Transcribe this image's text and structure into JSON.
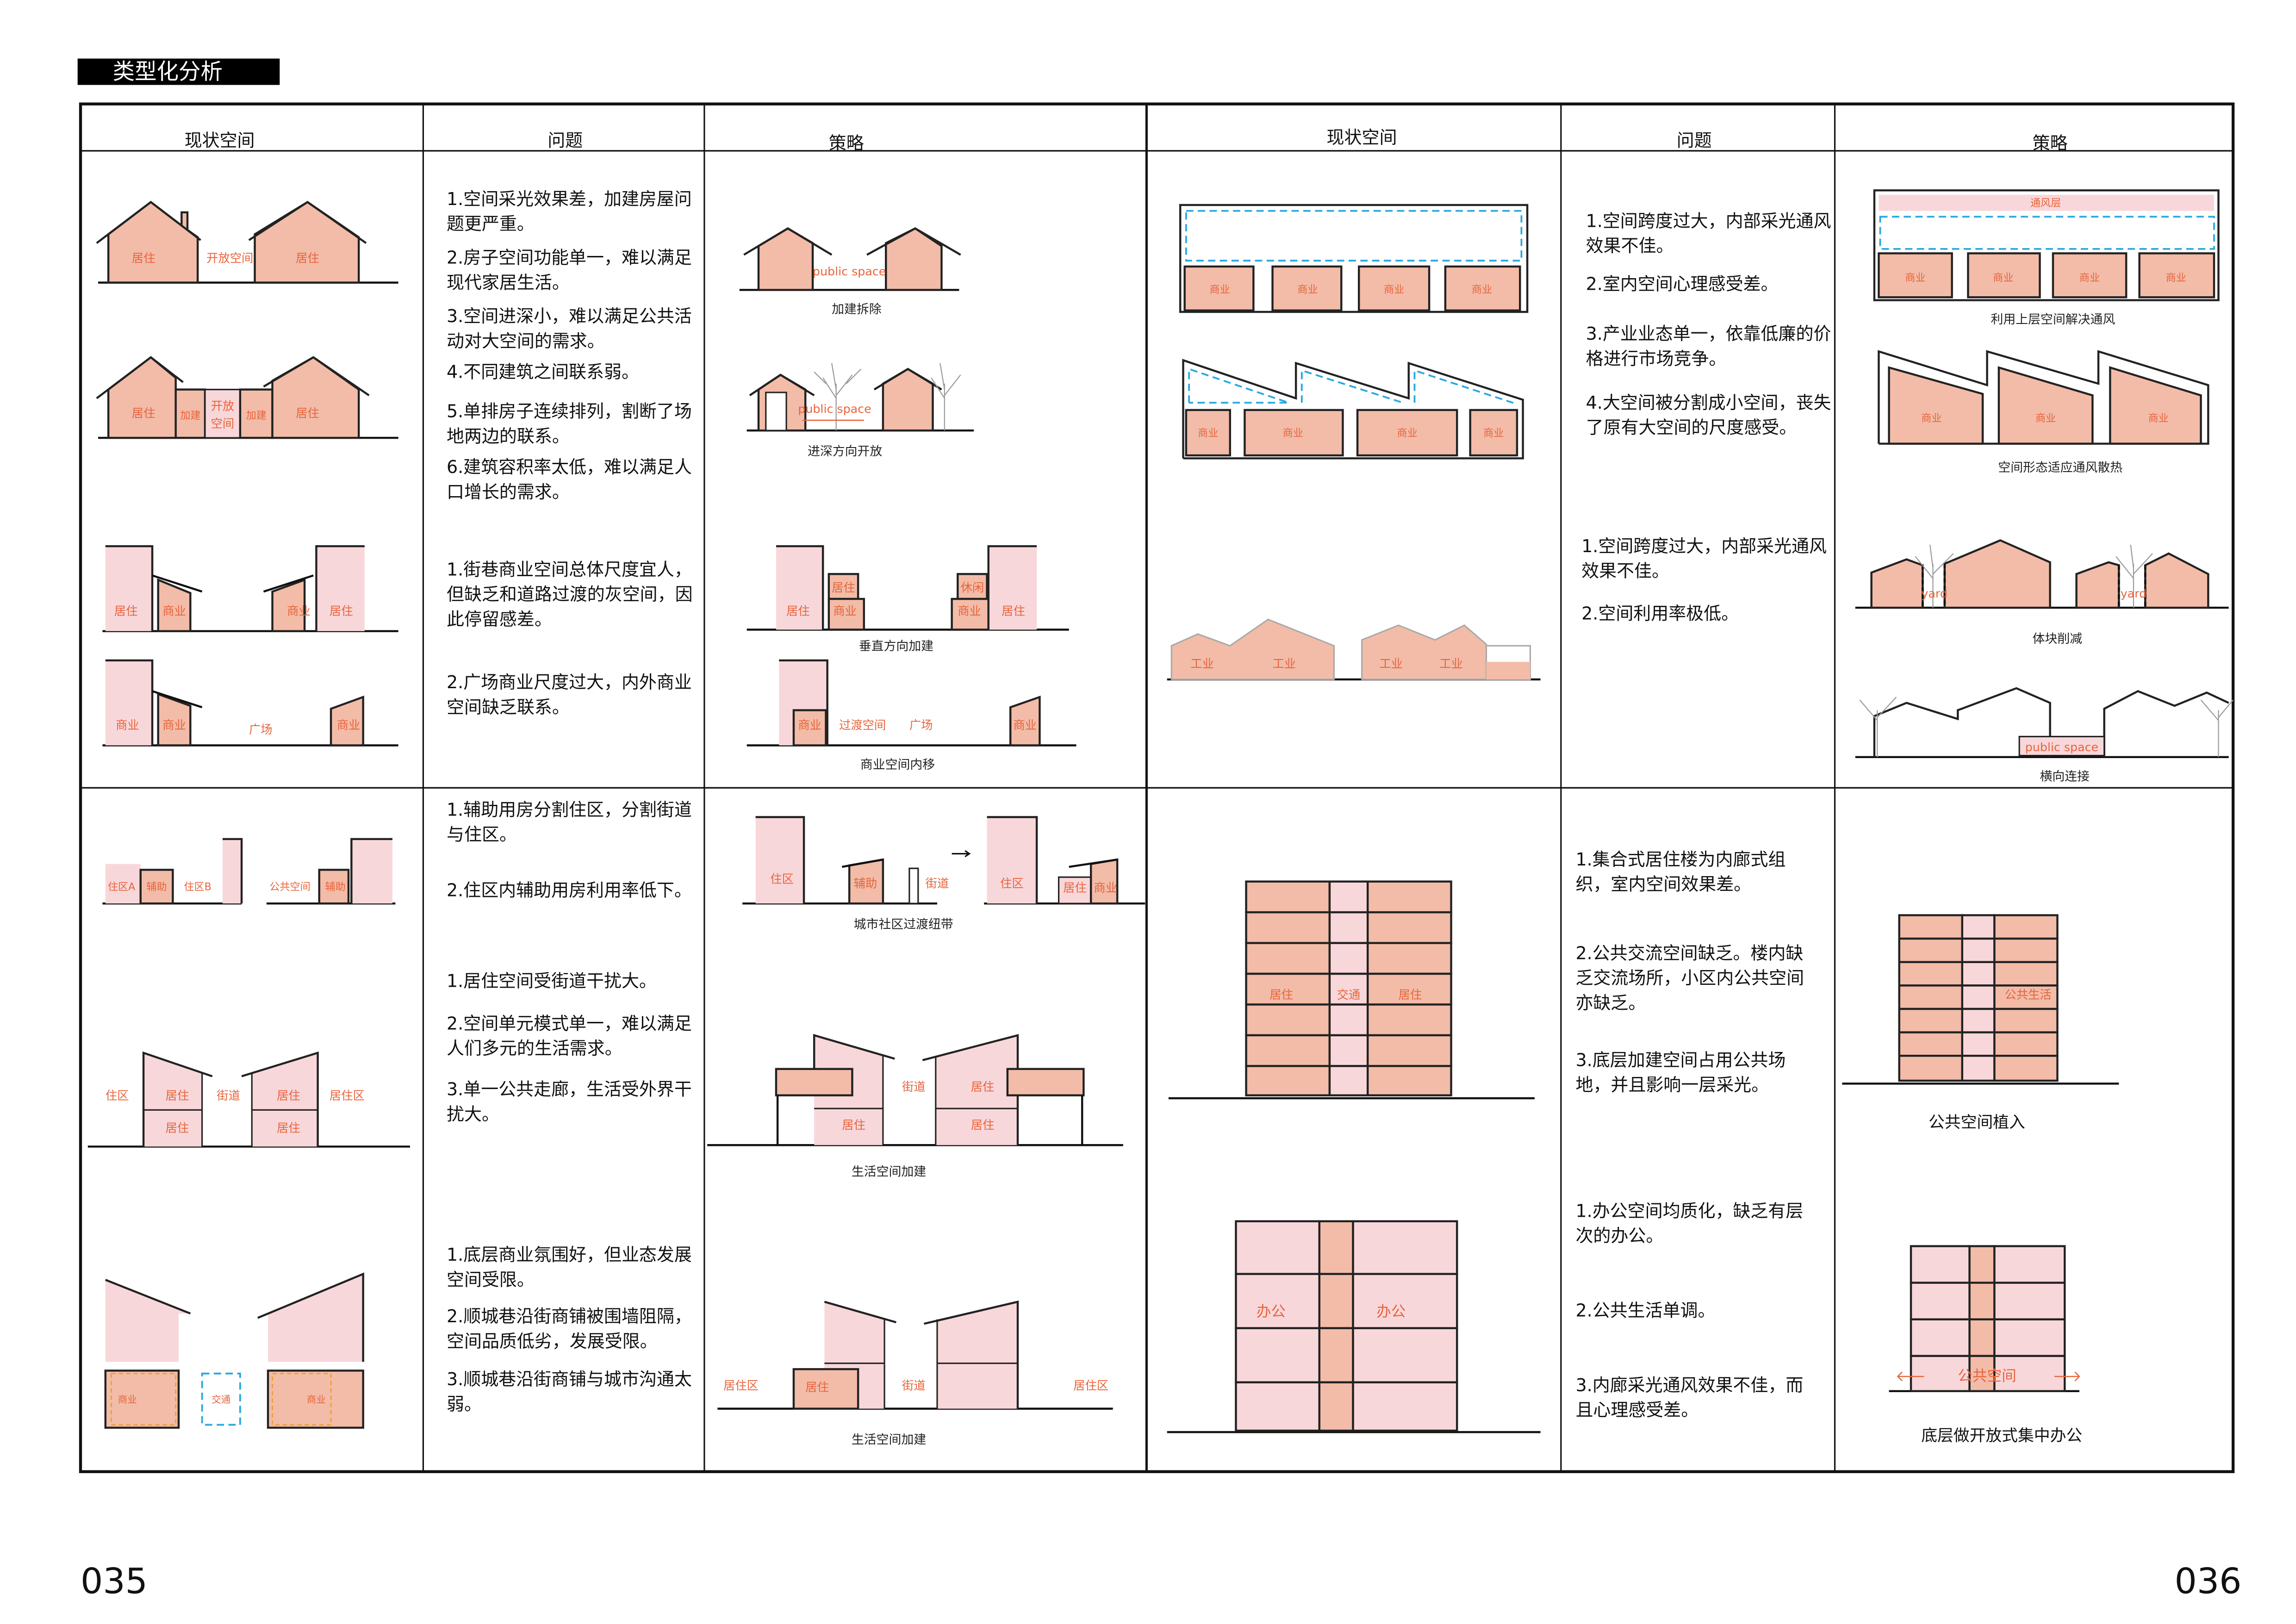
{
  "title": "类型化分析",
  "page_numbers": {
    "left": "035",
    "right": "036"
  },
  "headers": {
    "left": [
      "现状空间",
      "问题",
      "策略"
    ],
    "right": [
      "现状空间",
      "问题",
      "策略"
    ]
  },
  "problems": {
    "left_r1a": [
      "1.空间采光效果差，加建房屋问题更严重。",
      "2.房子空间功能单一，难以满足现代家居生活。",
      "3.空间进深小，难以满足公共活动对大空间的需求。",
      "4.不同建筑之间联系弱。",
      "5.单排房子连续排列，割断了场地两边的联系。",
      "6.建筑容积率太低，难以满足人口增长的需求。"
    ],
    "left_r1b": [
      "1.街巷商业空间总体尺度宜人，但缺乏和道路过渡的灰空间，因此停留感差。",
      "2.广场商业尺度过大，内外商业空间缺乏联系。"
    ],
    "left_r2a": [
      "1.辅助用房分割住区，分割街道与住区。",
      "2.住区内辅助用房利用率低下。"
    ],
    "left_r2b": [
      "1.居住空间受街道干扰大。",
      "2.空间单元模式单一，难以满足人们多元的生活需求。",
      "3.单一公共走廊，生活受外界干扰大。"
    ],
    "left_r2c": [
      "1.底层商业氛围好，但业态发展空间受限。",
      "2.顺城巷沿街商铺被围墙阻隔，空间品质低劣，发展受限。",
      "3.顺城巷沿街商铺与城市沟通太弱。"
    ],
    "right_r1a": [
      "1.空间跨度过大，内部采光通风效果不佳。",
      "2.室内空间心理感受差。",
      "3.产业业态单一，依靠低廉的价格进行市场竞争。",
      "4.大空间被分割成小空间，丧失了原有大空间的尺度感受。"
    ],
    "right_r1b": [
      "1.空间跨度过大，内部采光通风效果不佳。",
      "2.空间利用率极低。"
    ],
    "right_r2a": [
      "1.集合式居住楼为内廊式组织，室内空间效果差。",
      "2.公共交流空间缺乏。楼内缺乏交流场所，小区内公共空间亦缺乏。",
      "3.底层加建空间占用公共场地，并且影响一层采光。"
    ],
    "right_r2b": [
      "1.办公空间均质化，缺乏有层次的办公。",
      "2.公共生活单调。",
      "3.内廊采光通风效果不佳，而且心理感受差。"
    ]
  },
  "labels": {
    "d1": [
      "居住",
      "开放空间",
      "居住"
    ],
    "d2": [
      "居住",
      "加建",
      "开放",
      "空间",
      "加建",
      "居住"
    ],
    "d3": [
      "居住",
      "商业",
      "商业",
      "居住"
    ],
    "d4": [
      "商业",
      "商业",
      "广场",
      "商业"
    ],
    "e": [
      "public space"
    ],
    "f": [
      "public space"
    ],
    "g": [
      "居住",
      "居住",
      "商业",
      "休闲",
      "商业",
      "居住"
    ],
    "h": [
      "商业",
      "过渡空间",
      "广场",
      "商业"
    ],
    "i": [
      "商业",
      "商业",
      "商业",
      "商业"
    ],
    "j": [
      "商业",
      "商业",
      "商业",
      "商业"
    ],
    "k": [
      "工业",
      "工业",
      "工业",
      "工业"
    ],
    "l": [
      "通风层",
      "商业",
      "商业",
      "商业",
      "商业"
    ],
    "m": [
      "商业",
      "商业",
      "商业"
    ],
    "n": [
      "yard",
      "yard"
    ],
    "o": [
      "public space"
    ],
    "p": [
      "住区A",
      "辅助",
      "住区B",
      "公共空间",
      "辅助"
    ],
    "q": [
      "住区",
      "居住",
      "居住",
      "街道",
      "居住",
      "居住",
      "居住区"
    ],
    "r": [
      "商业",
      "交通",
      "商业"
    ],
    "s": [
      "住区",
      "辅助",
      "街道",
      "住区",
      "居住",
      "商业"
    ],
    "t": [
      "居住",
      "街道",
      "居住",
      "居住"
    ],
    "u": [
      "居住区",
      "居住",
      "街道",
      "居住区"
    ],
    "v": [
      "居住",
      "交通",
      "居住"
    ],
    "w": [
      "办公",
      "办公"
    ],
    "x": [
      "公共生活"
    ],
    "y": [
      "公共空间"
    ]
  },
  "captions": {
    "e": "加建拆除",
    "f": "进深方向开放",
    "g": "垂直方向加建",
    "h": "商业空间内移",
    "l": "利用上层空间解决通风",
    "m": "空间形态适应通风散热",
    "n": "体块削减",
    "o": "横向连接",
    "s": "城市社区过渡纽带",
    "t": "生活空间加建",
    "u": "生活空间加建",
    "x": "公共空间植入",
    "y": "底层做开放式集中办公"
  },
  "icons": {
    "arrow": "arrow-right-icon",
    "tree": "tree-icon"
  },
  "colors": {
    "salmon": "#f2bca8",
    "pink": "#f8d7da",
    "label": "#e8643c",
    "dashed_blue": "#29a8e0"
  }
}
